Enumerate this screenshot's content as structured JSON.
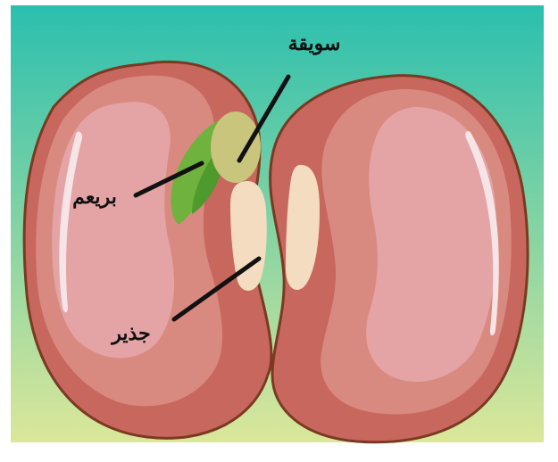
{
  "labels": {
    "hypocotyl": "سويقة",
    "plumule": "بريعم",
    "radicle": "جذير"
  },
  "colors": {
    "background_top": "#2bbfae",
    "background_bottom": "#dbe79a",
    "seed_outline": "#7a3a22",
    "seed_dark": "#c8675e",
    "seed_mid": "#d98a80",
    "seed_light": "#e4a4a6",
    "hypocotyl_fill": "#c9c57c",
    "plumule_green": "#6fb23e",
    "radicle_fill": "#f4dcc0",
    "pointer_line": "#111111"
  }
}
